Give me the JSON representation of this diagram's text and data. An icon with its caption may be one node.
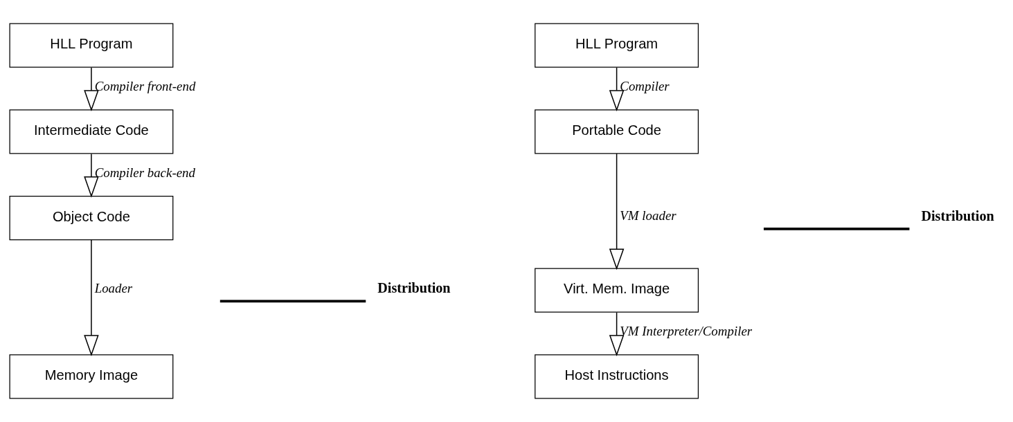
{
  "diagram": {
    "nodes": [
      {
        "text": [
          "HLL Program"
        ]
      },
      {
        "text": [
          "Intermediate Code"
        ]
      },
      {
        "text": [
          "Object Code"
        ]
      },
      {
        "text": [
          "Memory Image"
        ]
      },
      {
        "text": [
          "HLL Program"
        ]
      },
      {
        "text": [
          "Portable Code"
        ]
      },
      {
        "text": [
          "Virt. Mem. Image"
        ]
      },
      {
        "text": [
          "Host Instructions"
        ]
      }
    ],
    "edges": [
      {
        "from": 0,
        "to": 1,
        "arrow": "to",
        "label": "Compiler front-end"
      },
      {
        "from": 1,
        "to": 2,
        "arrow": "to",
        "label": "Compiler back-end"
      },
      {
        "from": 2,
        "to": 3,
        "arrow": "to",
        "label": "Loader"
      },
      {
        "from": 4,
        "to": 5,
        "arrow": "to",
        "label": "Compiler"
      },
      {
        "from": 5,
        "to": 6,
        "arrow": "to",
        "label": "VM loader"
      },
      {
        "from": 6,
        "to": 7,
        "arrow": "to",
        "label": "VM Interpreter/Compiler"
      }
    ],
    "labels": [
      "Distribution",
      "Distribution"
    ]
  }
}
